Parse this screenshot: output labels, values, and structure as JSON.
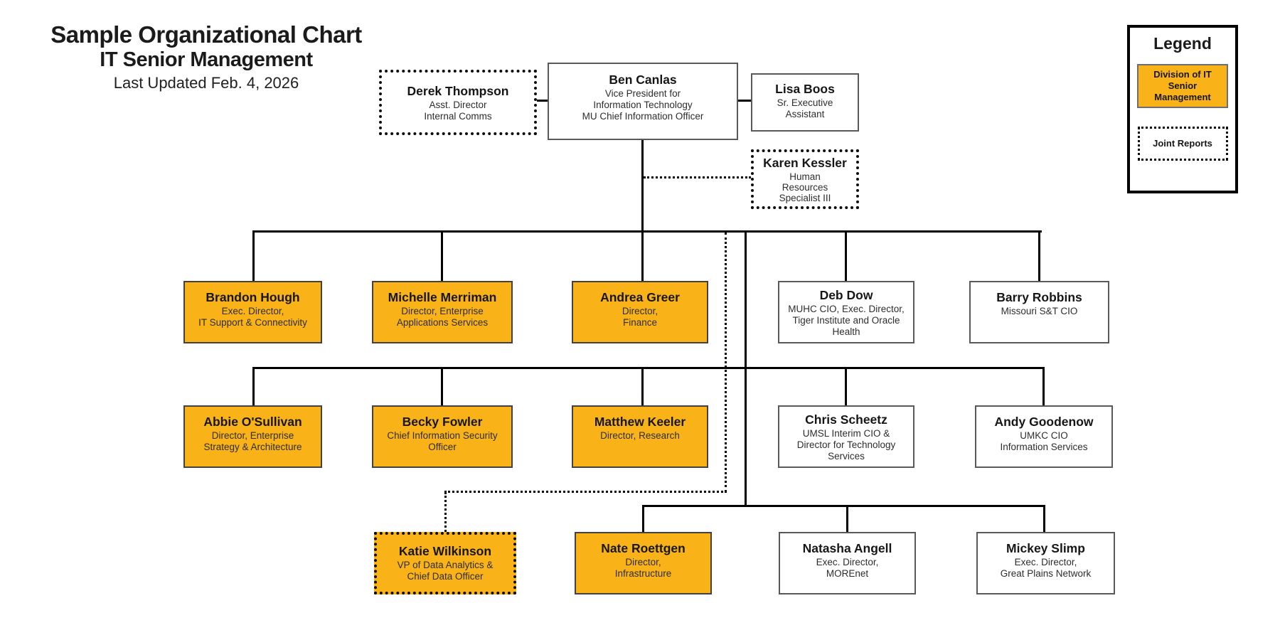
{
  "title": {
    "line1": "Sample Organizational Chart",
    "line2": "IT Senior Management",
    "line3": "Last Updated Feb. 4, 2026"
  },
  "legend": {
    "heading": "Legend",
    "division_label": "Division of IT Senior Management",
    "joint_label": "Joint Reports"
  },
  "colors": {
    "division_fill": "#F9B319",
    "standard_box_border": "#58595B",
    "connector_line": "#000000"
  },
  "line_styles": {
    "solid": "direct reporting line",
    "dotted": "joint report line"
  },
  "nodes": {
    "derek": {
      "name": "Derek Thompson",
      "role": "Asst. Director\nInternal Comms",
      "division": false,
      "dotted_border": true
    },
    "ben": {
      "name": "Ben Canlas",
      "role": "Vice President for\nInformation Technology\nMU Chief Information Officer",
      "division": false,
      "dotted_border": false
    },
    "lisa": {
      "name": "Lisa Boos",
      "role": "Sr. Executive\nAssistant",
      "division": false,
      "dotted_border": false
    },
    "karen": {
      "name": "Karen Kessler",
      "role": "Human\nResources\nSpecialist III",
      "division": false,
      "dotted_border": true
    },
    "brandon": {
      "name": "Brandon Hough",
      "role": "Exec. Director,\nIT Support & Connectivity",
      "division": true,
      "dotted_border": false
    },
    "michelle": {
      "name": "Michelle Merriman",
      "role": "Director, Enterprise\nApplications Services",
      "division": true,
      "dotted_border": false
    },
    "andrea": {
      "name": "Andrea Greer",
      "role": "Director,\nFinance",
      "division": true,
      "dotted_border": false
    },
    "deb": {
      "name": "Deb Dow",
      "role": "MUHC CIO, Exec. Director,\nTiger Institute and Oracle\nHealth",
      "division": false,
      "dotted_border": false
    },
    "barry": {
      "name": "Barry Robbins",
      "role": "Missouri S&T CIO",
      "division": false,
      "dotted_border": false
    },
    "abbie": {
      "name": "Abbie O'Sullivan",
      "role": "Director, Enterprise\nStrategy & Architecture",
      "division": true,
      "dotted_border": false
    },
    "becky": {
      "name": "Becky Fowler",
      "role": "Chief Information Security\nOfficer",
      "division": true,
      "dotted_border": false
    },
    "matthew": {
      "name": "Matthew Keeler",
      "role": "Director, Research",
      "division": true,
      "dotted_border": false
    },
    "chris": {
      "name": "Chris Scheetz",
      "role": "UMSL Interim CIO &\nDirector for Technology\nServices",
      "division": false,
      "dotted_border": false
    },
    "andy": {
      "name": "Andy Goodenow",
      "role": "UMKC CIO\nInformation Services",
      "division": false,
      "dotted_border": false
    },
    "katie": {
      "name": "Katie Wilkinson",
      "role": "VP of Data Analytics &\nChief Data Officer",
      "division": true,
      "dotted_border": true
    },
    "nate": {
      "name": "Nate Roettgen",
      "role": "Director,\nInfrastructure",
      "division": true,
      "dotted_border": false
    },
    "natasha": {
      "name": "Natasha Angell",
      "role": "Exec. Director,\nMOREnet",
      "division": false,
      "dotted_border": false
    },
    "mickey": {
      "name": "Mickey Slimp",
      "role": "Exec. Director,\nGreat Plains Network",
      "division": false,
      "dotted_border": false
    }
  }
}
